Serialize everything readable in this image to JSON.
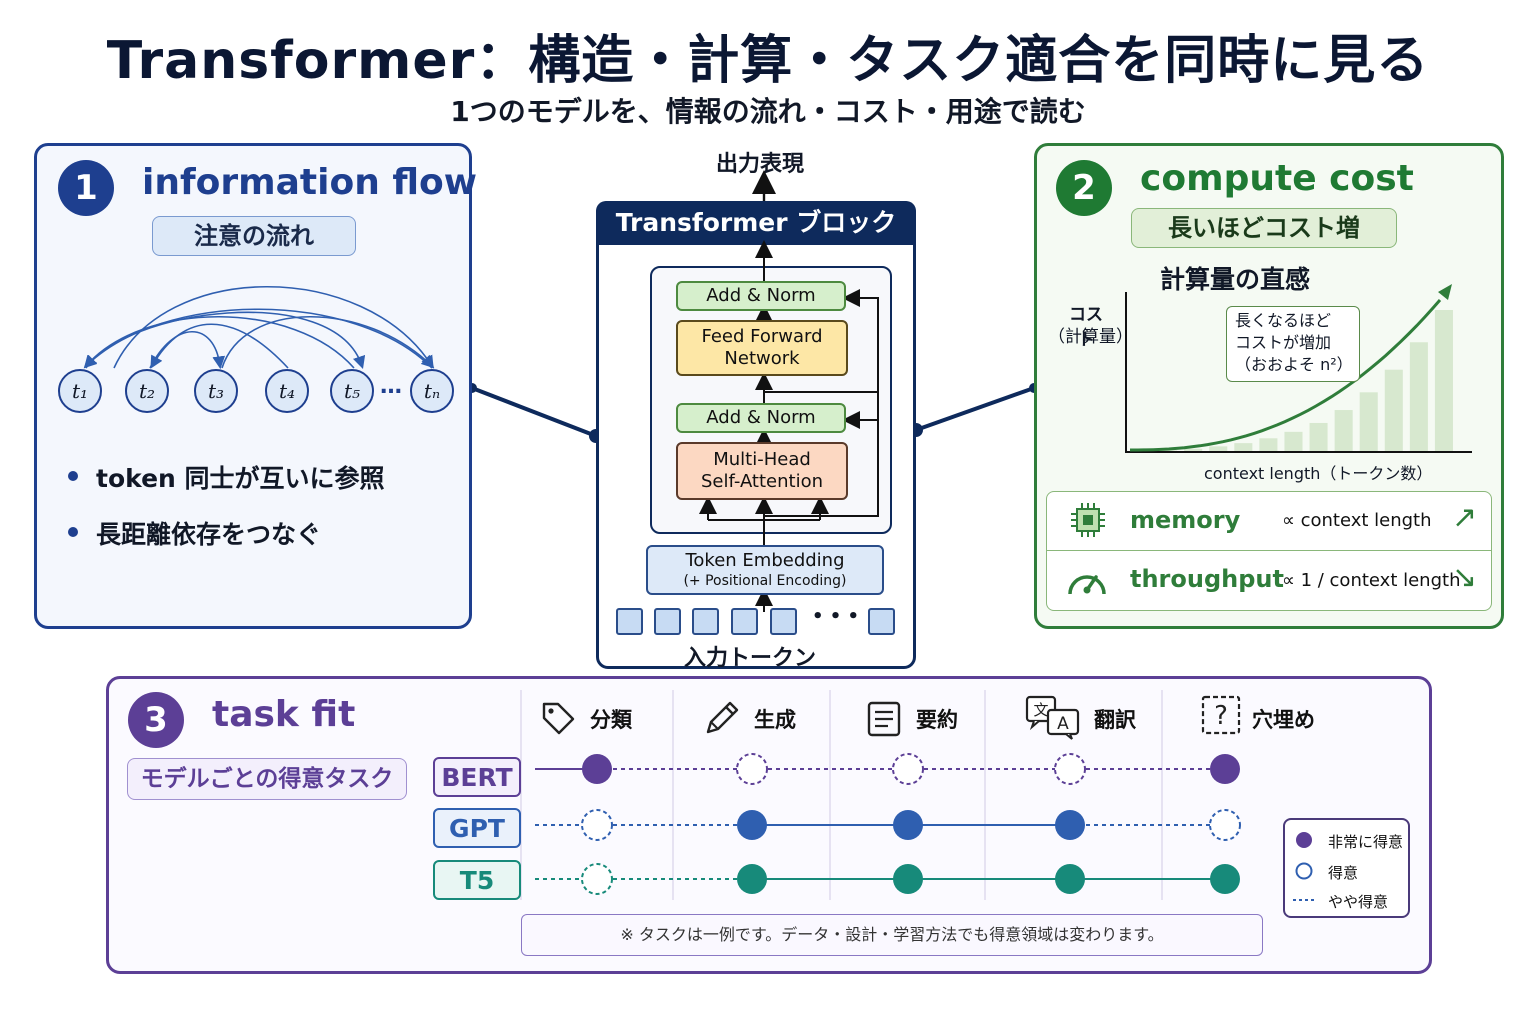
{
  "title": "Transformer：構造・計算・タスク適合を同時に見る",
  "subtitle": "1つのモデルを、情報の流れ・コスト・用途で読む",
  "panel1": {
    "number": "1",
    "heading": "information flow",
    "tag": "注意の流れ",
    "tokens": [
      "t₁",
      "t₂",
      "t₃",
      "t₄",
      "t₅",
      "tₙ"
    ],
    "ellipsis": "…",
    "bullets": [
      "token 同士が互いに参照",
      "長距離依存をつなぐ"
    ]
  },
  "center": {
    "output_label": "出力表現",
    "block_title": "Transformer ブロック",
    "add_norm_top": "Add & Norm",
    "ffn": "Feed Forward Network",
    "add_norm_bottom": "Add & Norm",
    "attention": "Multi-Head Self-Attention",
    "embedding": "Token Embedding",
    "embedding_sub": "(+ Positional Encoding)",
    "input_label": "入力トークン",
    "input_ellipsis": "• • •"
  },
  "panel2": {
    "number": "2",
    "heading": "compute cost",
    "tag": "長いほどコスト増",
    "chart_title": "計算量の直感",
    "ylabel_1": "コスト",
    "ylabel_2": "（計算量）",
    "callout": [
      "長くなるほど",
      "コストが増加",
      "（おおよそ n²）"
    ],
    "xlabel": "context length（トークン数）",
    "metrics": [
      {
        "name": "memory",
        "prop": "∝ context length",
        "arrow": "↗",
        "icon": "chip-icon"
      },
      {
        "name": "throughput",
        "prop": "∝ 1 / context length",
        "arrow": "↘",
        "icon": "gauge-icon"
      }
    ],
    "colors": {
      "accent": "#2f7d3a",
      "bar": "#d7e8cf"
    }
  },
  "chart_data": {
    "type": "bar",
    "title": "計算量の直感",
    "xlabel": "context length（トークン数）",
    "ylabel": "コスト（計算量）",
    "values": [
      0.3,
      1,
      2,
      3.5,
      5.5,
      8.5,
      12.5,
      18,
      26,
      37,
      51,
      68,
      88
    ],
    "overlay": "curve (~n²)"
  },
  "panel3": {
    "number": "3",
    "heading": "task fit",
    "tag": "モデルごとの得意タスク",
    "tasks": [
      "分類",
      "生成",
      "要約",
      "翻訳",
      "穴埋め"
    ],
    "task_icons": [
      "tag-icon",
      "pencil-icon",
      "document-icon",
      "translate-icon",
      "question-icon"
    ],
    "translate_glyphs": [
      "文",
      "A"
    ],
    "question_glyph": "?",
    "models": [
      {
        "name": "BERT",
        "color": "#5c3f96",
        "levels": [
          "strong",
          "ok",
          "ok",
          "ok",
          "strong"
        ]
      },
      {
        "name": "GPT",
        "color": "#2f5fb0",
        "levels": [
          "ok",
          "strong",
          "strong",
          "strong",
          "ok"
        ]
      },
      {
        "name": "T5",
        "color": "#178a7a",
        "levels": [
          "ok",
          "strong",
          "strong",
          "strong",
          "strong"
        ]
      }
    ],
    "legend": [
      "非常に得意",
      "得意",
      "やや得意"
    ],
    "note": "※ タスクは一例です。データ・設計・学習方法でも得意領域は変わります。"
  }
}
